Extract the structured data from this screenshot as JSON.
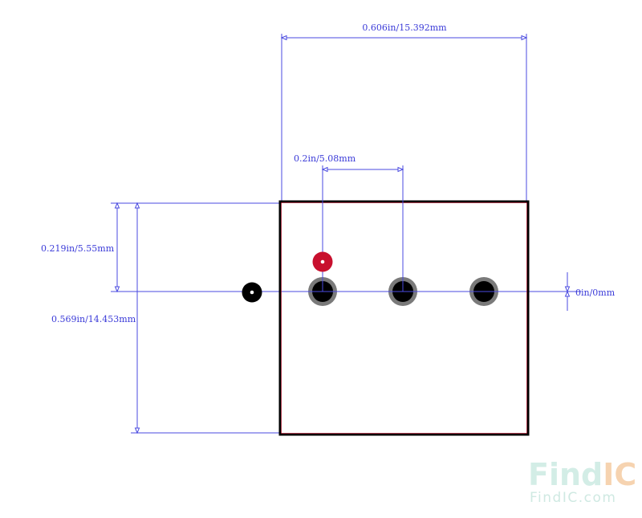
{
  "dimensions": {
    "overall_width": "0.606in/15.392mm",
    "pin_pitch": "0.2in/5.08mm",
    "pin_row_offset": "0.219in/5.55mm",
    "overall_height": "0.569in/14.453mm",
    "zero_offset": "0in/0mm"
  },
  "watermark": {
    "logo_prefix": "Find",
    "logo_suffix": "IC",
    "url": "FindIC.com"
  },
  "colors": {
    "dimension_line": "#4a4ae0",
    "outline": "#000000",
    "pad_ring": "#7a7a7a",
    "pad_hole": "#000000",
    "pin1_marker": "#c8102e",
    "logo_find": "#d3ede6",
    "logo_ic": "#f6d3b0",
    "url_text": "#cfe9e2"
  }
}
